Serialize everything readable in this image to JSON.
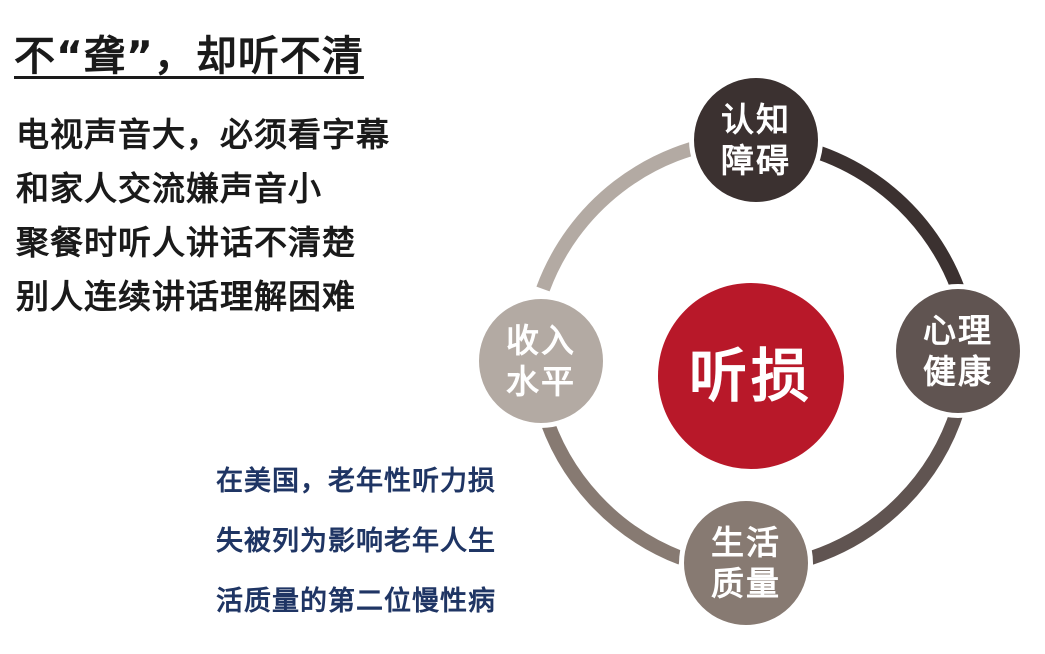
{
  "title": "不“聋”，却听不清",
  "symptoms": [
    "电视声音大，必须看字幕",
    "和家人交流嫌声音小",
    "聚餐时听人讲话不清楚",
    "别人连续讲话理解困难"
  ],
  "note": [
    "在美国，老年性听力损",
    "失被列为影响老年人生",
    "活质量的第二位慢性病"
  ],
  "diagram": {
    "center": "听损",
    "nodes": [
      {
        "lines": [
          "认知",
          "障碍"
        ]
      },
      {
        "lines": [
          "心理",
          "健康"
        ]
      },
      {
        "lines": [
          "生活",
          "质量"
        ]
      },
      {
        "lines": [
          "收入",
          "水平"
        ]
      }
    ]
  },
  "colors": {
    "center": "#b81829",
    "cognition": "#3b3130",
    "mental": "#605451",
    "life": "#877a72",
    "income": "#b3aaa3",
    "note_text": "#1f3564"
  }
}
